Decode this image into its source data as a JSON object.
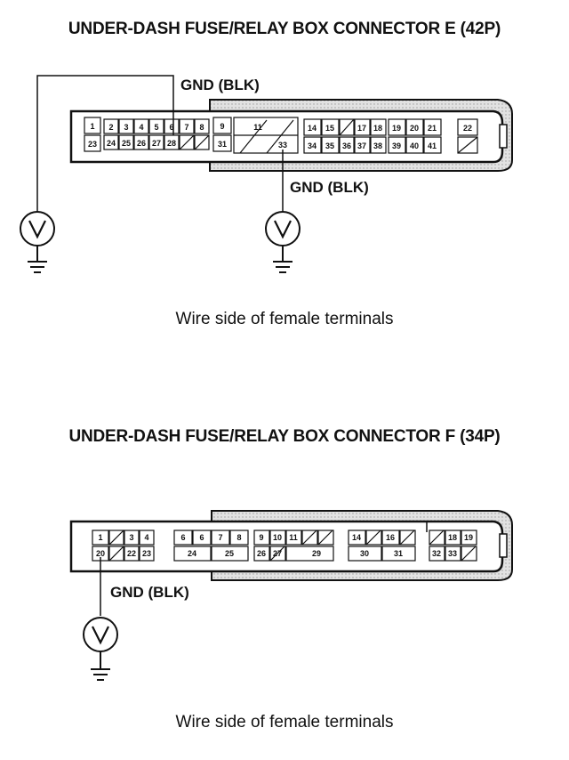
{
  "diagrams": [
    {
      "title": "UNDER-DASH FUSE/RELAY BOX CONNECTOR E (42P)",
      "gnd_labels": [
        "GND (BLK)",
        "GND (BLK)"
      ],
      "caption": "Wire side of female terminals",
      "terminals_top": [
        "1",
        "2",
        "3",
        "4",
        "5",
        "6",
        "7",
        "8",
        "9",
        "11",
        "14",
        "15",
        "17",
        "18",
        "19",
        "20",
        "21",
        "22"
      ],
      "terminals_bottom": [
        "23",
        "24",
        "25",
        "26",
        "27",
        "28",
        "31",
        "33",
        "34",
        "35",
        "36",
        "37",
        "38",
        "39",
        "40",
        "41"
      ]
    },
    {
      "title": "UNDER-DASH FUSE/RELAY BOX CONNECTOR F (34P)",
      "gnd_labels": [
        "GND (BLK)"
      ],
      "caption": "Wire side of female terminals",
      "terminals_top": [
        "1",
        "3",
        "4",
        "6",
        "6",
        "7",
        "8",
        "9",
        "10",
        "11",
        "14",
        "16",
        "18",
        "19"
      ],
      "terminals_bottom": [
        "20",
        "22",
        "23",
        "24",
        "25",
        "26",
        "27",
        "29",
        "30",
        "31",
        "32",
        "33"
      ]
    }
  ],
  "colors": {
    "ink": "#111111",
    "shade": "#d6d6d6"
  }
}
